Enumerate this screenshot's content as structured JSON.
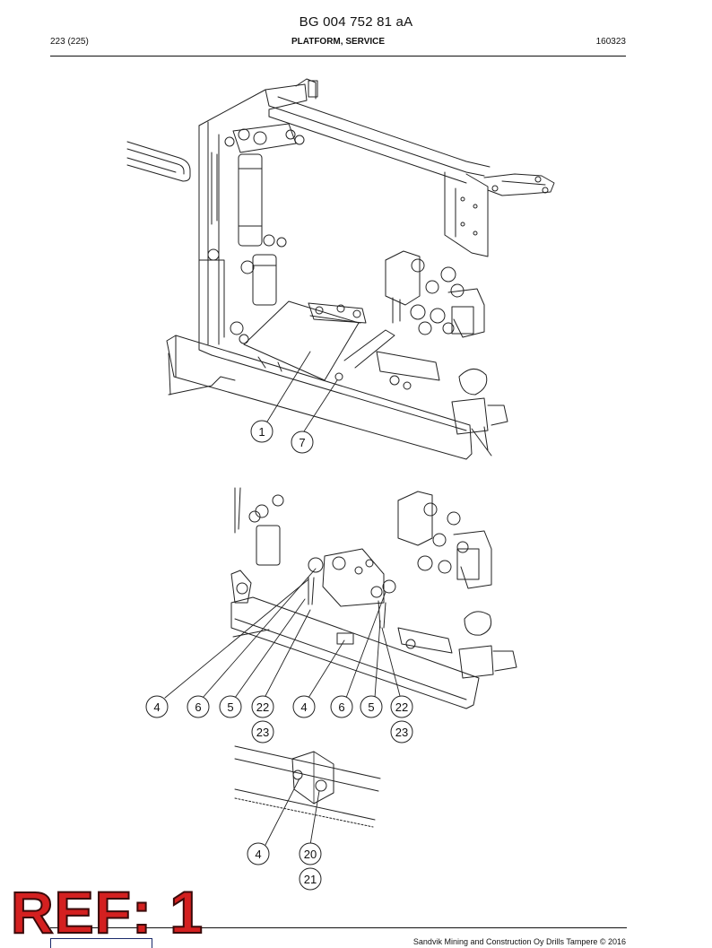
{
  "header": {
    "doc_number": "BG 004 752 81 aA",
    "page": "223 (225)",
    "section_title": "PLATFORM, SERVICE",
    "date_code": "160323"
  },
  "callouts": {
    "view1": [
      "1",
      "7"
    ],
    "view2": [
      "4",
      "6",
      "5",
      "22",
      "23",
      "4",
      "6",
      "5",
      "22",
      "23"
    ],
    "view3": [
      "4",
      "20",
      "21"
    ]
  },
  "footer": {
    "copyright": "Sandvik Mining and Construction Oy Drills Tampere © 2016"
  },
  "stamp": {
    "text": "REF: 1",
    "color": "#d42020"
  }
}
